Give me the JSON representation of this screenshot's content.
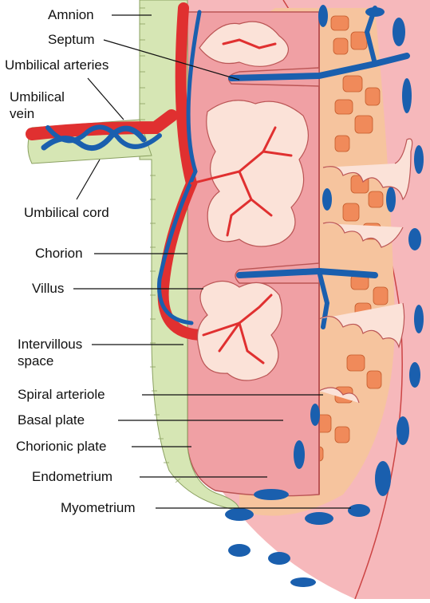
{
  "labels": {
    "amnion": "Amnion",
    "septum": "Septum",
    "umbilical_arteries": "Umbilical arteries",
    "umbilical_vein_line1": "Umbilical",
    "umbilical_vein_line2": "vein",
    "umbilical_cord": "Umbilical cord",
    "chorion": "Chorion",
    "villus": "Villus",
    "intervillous_line1": "Intervillous",
    "intervillous_line2": "space",
    "spiral_arteriole": "Spiral arteriole",
    "basal_plate": "Basal plate",
    "chorionic_plate": "Chorionic plate",
    "endometrium": "Endometrium",
    "myometrium": "Myometrium"
  },
  "colors": {
    "artery_red": "#e03030",
    "vein_blue": "#1a5fae",
    "intervillous_pink": "#f0a0a4",
    "endometrium_salmon": "#f6c49e",
    "myometrium_pink": "#f6b8bb",
    "membrane_green": "#d6e6b4",
    "villus_cream": "#fbe2d8",
    "gland_yellow": "#fbe6b6",
    "decidua_orange": "#f08a5a"
  }
}
